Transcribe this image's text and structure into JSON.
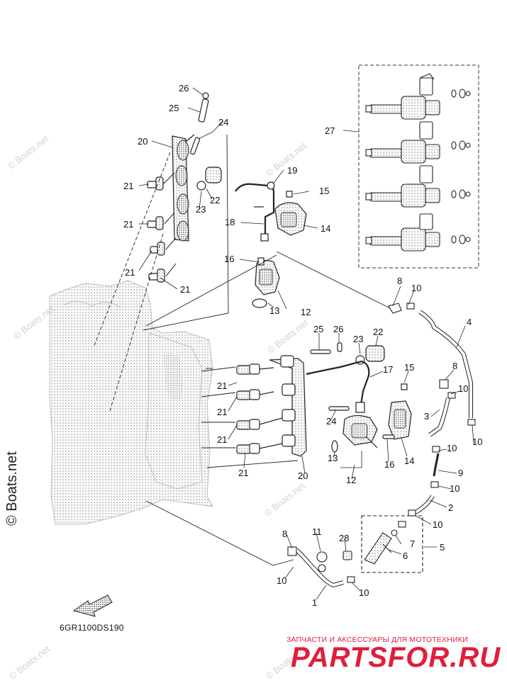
{
  "diagram": {
    "drawing_code": "6GR1100DS190",
    "callouts": [
      {
        "id": "c26a",
        "label": "26"
      },
      {
        "id": "c25a",
        "label": "25"
      },
      {
        "id": "c24a",
        "label": "24"
      },
      {
        "id": "c20a",
        "label": "20"
      },
      {
        "id": "c21a",
        "label": "21"
      },
      {
        "id": "c22a",
        "label": "22"
      },
      {
        "id": "c23a",
        "label": "23"
      },
      {
        "id": "c19a",
        "label": "19"
      },
      {
        "id": "c15a",
        "label": "15"
      },
      {
        "id": "c18a",
        "label": "18"
      },
      {
        "id": "c14a",
        "label": "14"
      },
      {
        "id": "c21b",
        "label": "21"
      },
      {
        "id": "c21c",
        "label": "21"
      },
      {
        "id": "c21d",
        "label": "21"
      },
      {
        "id": "c16a",
        "label": "16"
      },
      {
        "id": "c13a",
        "label": "13"
      },
      {
        "id": "c12a",
        "label": "12"
      },
      {
        "id": "c27",
        "label": "27"
      },
      {
        "id": "c8a",
        "label": "8"
      },
      {
        "id": "c10a",
        "label": "10"
      },
      {
        "id": "c4",
        "label": "4"
      },
      {
        "id": "c25b",
        "label": "25"
      },
      {
        "id": "c26b",
        "label": "26"
      },
      {
        "id": "c23b",
        "label": "23"
      },
      {
        "id": "c22b",
        "label": "22"
      },
      {
        "id": "c17",
        "label": "17"
      },
      {
        "id": "c15b",
        "label": "15"
      },
      {
        "id": "c8b",
        "label": "8"
      },
      {
        "id": "c10b",
        "label": "10"
      },
      {
        "id": "c21e",
        "label": "21"
      },
      {
        "id": "c21f",
        "label": "21"
      },
      {
        "id": "c24b",
        "label": "24"
      },
      {
        "id": "c3",
        "label": "3"
      },
      {
        "id": "c21g",
        "label": "21"
      },
      {
        "id": "c10c",
        "label": "10"
      },
      {
        "id": "c13b",
        "label": "13"
      },
      {
        "id": "c14b",
        "label": "14"
      },
      {
        "id": "c16b",
        "label": "16"
      },
      {
        "id": "c10d",
        "label": "10"
      },
      {
        "id": "c21h",
        "label": "21"
      },
      {
        "id": "c20b",
        "label": "20"
      },
      {
        "id": "c9",
        "label": "9"
      },
      {
        "id": "c12b",
        "label": "12"
      },
      {
        "id": "c10e",
        "label": "10"
      },
      {
        "id": "c2",
        "label": "2"
      },
      {
        "id": "c10f",
        "label": "10"
      },
      {
        "id": "c8c",
        "label": "8"
      },
      {
        "id": "c11",
        "label": "11"
      },
      {
        "id": "c28",
        "label": "28"
      },
      {
        "id": "c7",
        "label": "7"
      },
      {
        "id": "c5",
        "label": "5"
      },
      {
        "id": "c6",
        "label": "6"
      },
      {
        "id": "c10g",
        "label": "10"
      },
      {
        "id": "c10h",
        "label": "10"
      },
      {
        "id": "c1",
        "label": "1"
      }
    ]
  },
  "watermarks": {
    "small": "© Boats.net",
    "side": "© Boats.net"
  },
  "brand": {
    "tagline": "ЗАПЧАСТИ И АКСЕССУАРЫ ДЛЯ МОТОТЕХНИКИ",
    "name": "PARTSFOR.RU",
    "color": "#e01e3c"
  }
}
